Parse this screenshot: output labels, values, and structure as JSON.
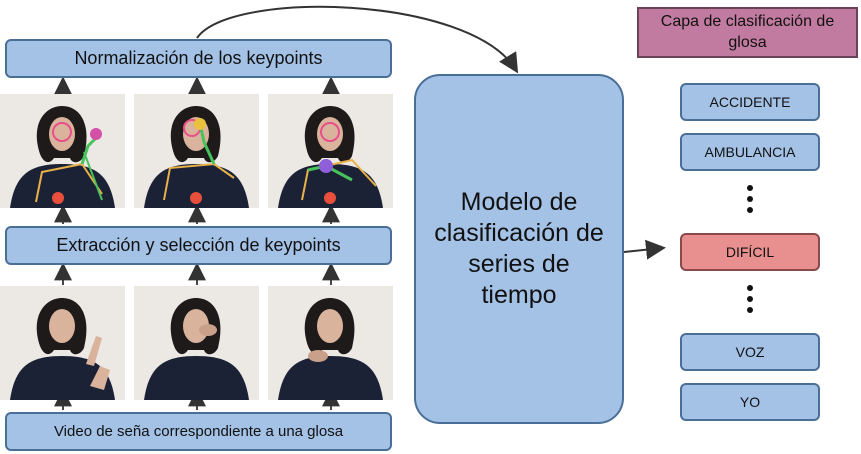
{
  "diagram": {
    "normalization_label": "Normalización de los keypoints",
    "extraction_label": "Extracción y selección de keypoints",
    "video_label": "Video de seña correspondiente a una glosa",
    "model_label": "Modelo de clasificación de series de tiempo",
    "classification_layer_label": "Capa de clasificación de glosa",
    "classes": [
      "ACCIDENTE",
      "AMBULANCIA",
      "DIFÍCIL",
      "VOZ",
      "YO"
    ],
    "highlighted_class": "DIFÍCIL"
  },
  "colors": {
    "box_fill": "#a4c2e6",
    "box_border": "#4a6f96",
    "header_fill": "#c27ba0",
    "highlight_fill": "#e8908f"
  }
}
